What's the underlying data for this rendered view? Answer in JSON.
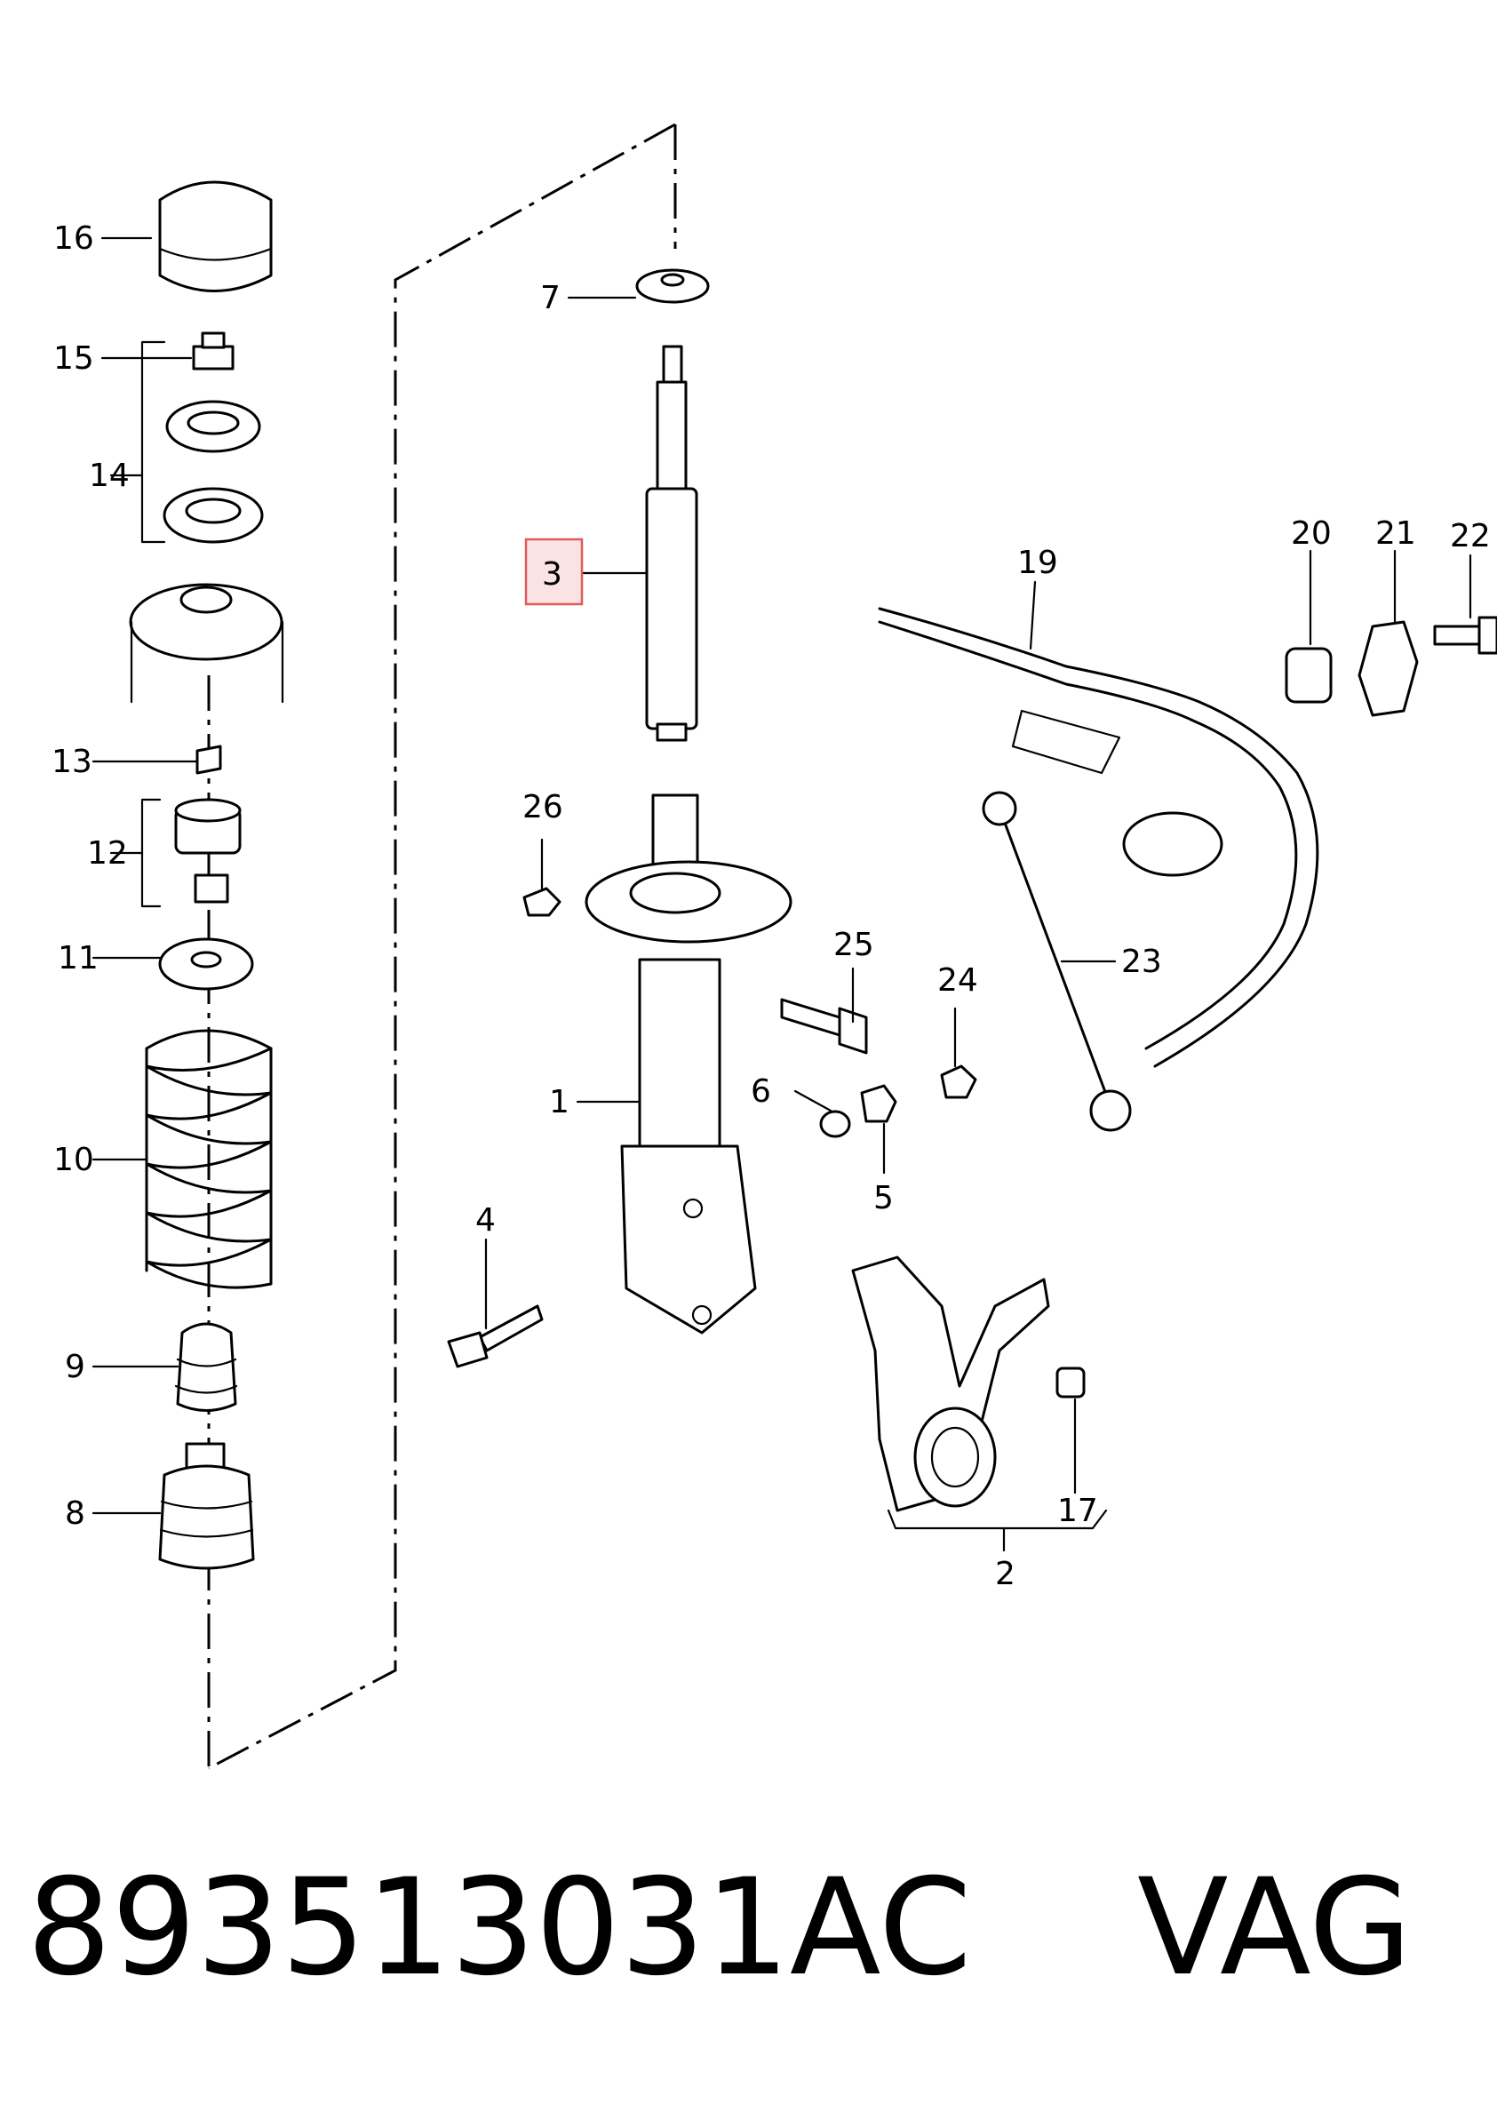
{
  "diagram": {
    "labels": [
      "16",
      "15",
      "14",
      "13",
      "12",
      "11",
      "10",
      "9",
      "8",
      "7",
      "3",
      "26",
      "25",
      "1",
      "6",
      "5",
      "4",
      "24",
      "23",
      "19",
      "20",
      "21",
      "22",
      "17",
      "2"
    ],
    "highlighted_label": "3",
    "highlight_color": "#e05a5a"
  },
  "footer": {
    "part_number": "893513031AC",
    "brand": "VAG"
  }
}
